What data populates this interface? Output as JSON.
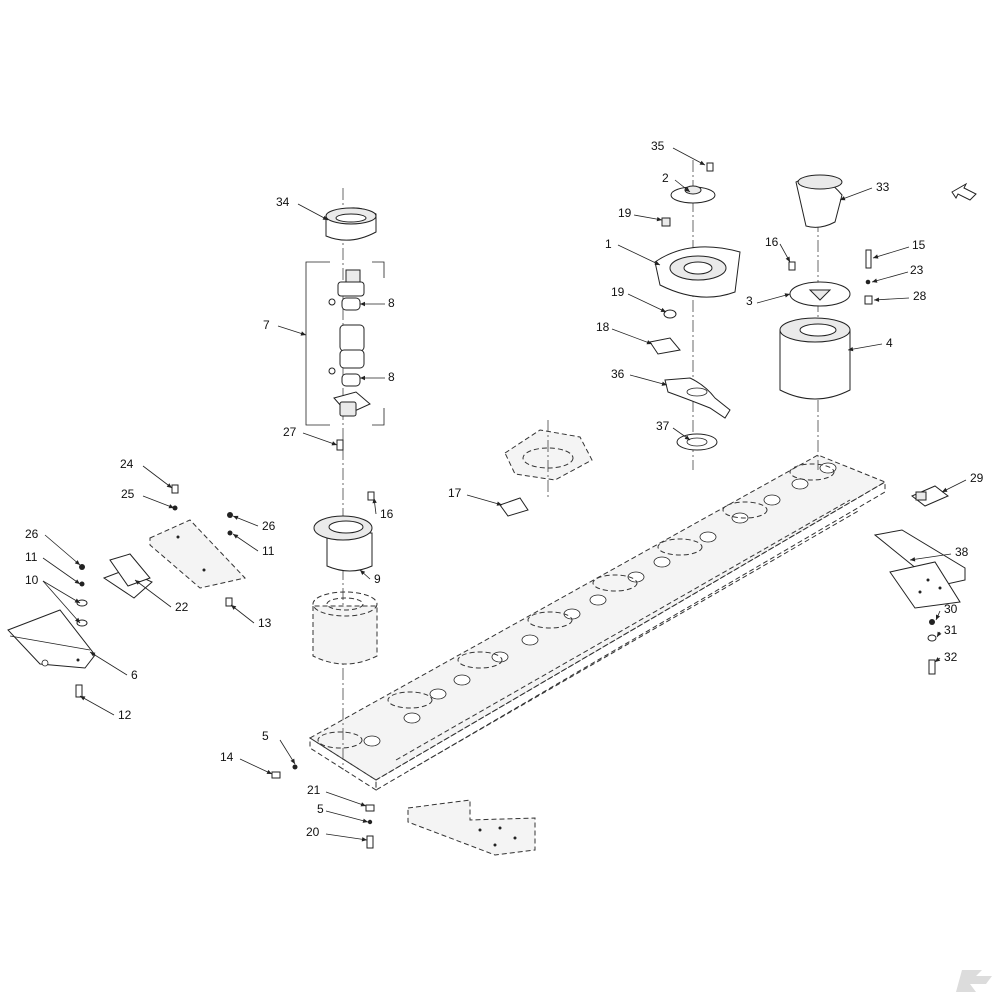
{
  "diagram": {
    "callouts": [
      {
        "id": "c35",
        "label": "35"
      },
      {
        "id": "c2",
        "label": "2"
      },
      {
        "id": "c19a",
        "label": "19"
      },
      {
        "id": "c1",
        "label": "1"
      },
      {
        "id": "c19b",
        "label": "19"
      },
      {
        "id": "c18",
        "label": "18"
      },
      {
        "id": "c36",
        "label": "36"
      },
      {
        "id": "c37",
        "label": "37"
      },
      {
        "id": "c33",
        "label": "33"
      },
      {
        "id": "c16a",
        "label": "16"
      },
      {
        "id": "c15",
        "label": "15"
      },
      {
        "id": "c23",
        "label": "23"
      },
      {
        "id": "c3",
        "label": "3"
      },
      {
        "id": "c28",
        "label": "28"
      },
      {
        "id": "c4",
        "label": "4"
      },
      {
        "id": "c34",
        "label": "34"
      },
      {
        "id": "c7",
        "label": "7"
      },
      {
        "id": "c8a",
        "label": "8"
      },
      {
        "id": "c8b",
        "label": "8"
      },
      {
        "id": "c27",
        "label": "27"
      },
      {
        "id": "c24",
        "label": "24"
      },
      {
        "id": "c25",
        "label": "25"
      },
      {
        "id": "c26a",
        "label": "26"
      },
      {
        "id": "c11a",
        "label": "11"
      },
      {
        "id": "c10",
        "label": "10"
      },
      {
        "id": "c26b",
        "label": "26"
      },
      {
        "id": "c11b",
        "label": "11"
      },
      {
        "id": "c22",
        "label": "22"
      },
      {
        "id": "c13",
        "label": "13"
      },
      {
        "id": "c6",
        "label": "6"
      },
      {
        "id": "c12",
        "label": "12"
      },
      {
        "id": "c16b",
        "label": "16"
      },
      {
        "id": "c17",
        "label": "17"
      },
      {
        "id": "c9",
        "label": "9"
      },
      {
        "id": "c29",
        "label": "29"
      },
      {
        "id": "c38",
        "label": "38"
      },
      {
        "id": "c30",
        "label": "30"
      },
      {
        "id": "c31",
        "label": "31"
      },
      {
        "id": "c32",
        "label": "32"
      },
      {
        "id": "c5a",
        "label": "5"
      },
      {
        "id": "c14",
        "label": "14"
      },
      {
        "id": "c21",
        "label": "21"
      },
      {
        "id": "c5b",
        "label": "5"
      },
      {
        "id": "c20",
        "label": "20"
      }
    ]
  },
  "colors": {
    "line": "#222222",
    "background": "#ffffff",
    "logo": "#dcdcdc"
  },
  "icons": {
    "direction": "direction-arrow-icon",
    "logo": "brand-logo-icon"
  }
}
